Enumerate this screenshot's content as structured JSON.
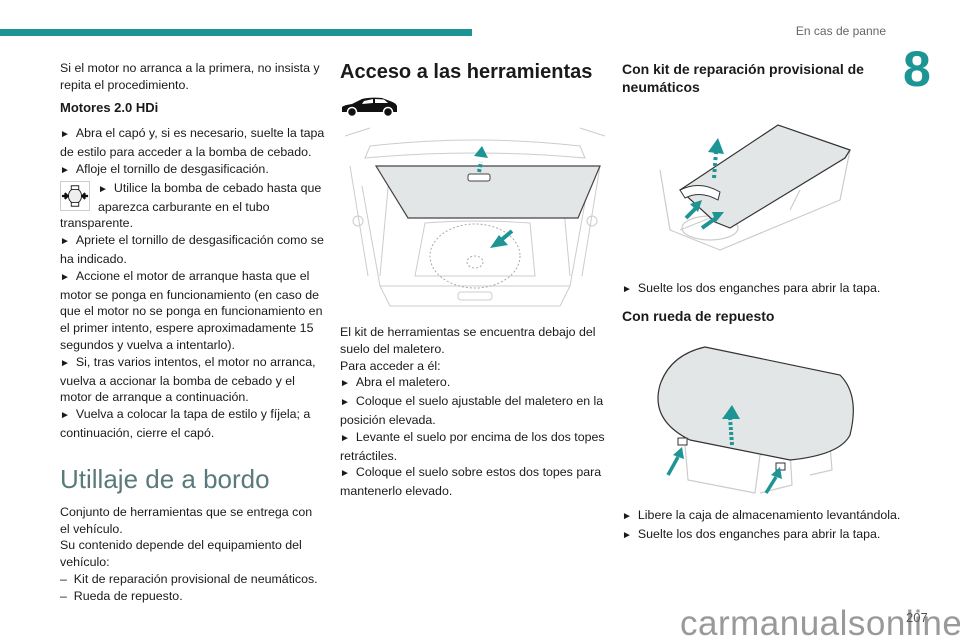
{
  "header": {
    "section_title": "En cas de panne",
    "chapter_number": "8",
    "accent_color": "#1e9595"
  },
  "column1": {
    "intro": "Si el motor no arranca a la primera, no insista y repita el procedimiento.",
    "subheading": "Motores 2.0 HDi",
    "steps": [
      "Abra el capó y, si es necesario, suelte la tapa de estilo para acceder a la bomba de cebado.",
      "Afloje el tornillo de desgasificación.",
      "Utilice la bomba de cebado hasta que aparezca carburante en el tubo transparente.",
      "Apriete el tornillo de desgasificación como se ha indicado.",
      "Accione el motor de arranque hasta que el motor se ponga en funcionamiento (en caso de que el motor no se ponga en funcionamiento en el primer intento, espere aproximadamente 15 segundos y vuelva a intentarlo).",
      "Si, tras varios intentos, el motor no arranca, vuelva a accionar la bomba de cebado y el motor de arranque a continuación.",
      "Vuelva a colocar la tapa de estilo y fíjela; a continuación, cierre el capó."
    ],
    "section_heading": "Utillaje de a bordo",
    "section_text_1": "Conjunto de herramientas que se entrega con el vehículo.",
    "section_text_2": "Su contenido depende del equipamiento del vehículo:",
    "list": [
      "Kit de reparación provisional de neumáticos.",
      "Rueda de repuesto."
    ]
  },
  "column2": {
    "heading": "Acceso a las herramientas",
    "text_1": "El kit de herramientas se encuentra debajo del suelo del maletero.",
    "text_2": "Para acceder a él:",
    "steps": [
      "Abra el maletero.",
      "Coloque el suelo ajustable del maletero en la posición elevada.",
      "Levante el suelo por encima de los dos topes retráctiles.",
      "Coloque el suelo sobre estos dos topes para mantenerlo elevado."
    ]
  },
  "column3": {
    "heading_kit": "Con kit de reparación provisional de neumáticos",
    "kit_steps": [
      "Suelte los dos enganches para abrir la tapa."
    ],
    "heading_wheel": "Con rueda de repuesto",
    "wheel_steps": [
      "Libere la caja de almacenamiento levantándola.",
      "Suelte los dos enganches para abrir la tapa."
    ]
  },
  "footer": {
    "page_number": "207",
    "watermark": "carmanualsonline.info"
  },
  "icons": {
    "bullet": "►",
    "dash": "–"
  }
}
